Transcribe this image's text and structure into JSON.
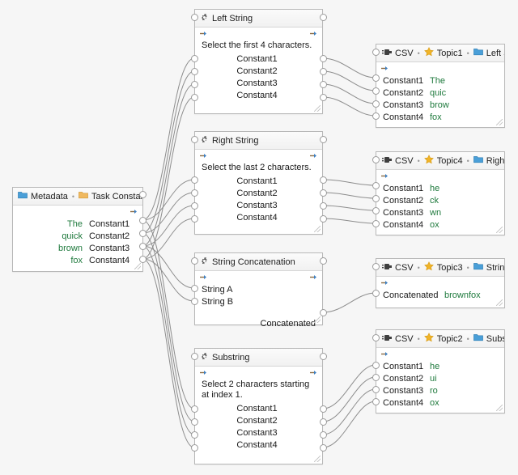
{
  "canvas": {
    "background": "#f6f6f6",
    "edge_color": "#8d8d8d"
  },
  "colors": {
    "value_green": "#1f7a3d",
    "folder_blue": "#3a8fd0",
    "folder_orange": "#e8a33d",
    "star_gold": "#f0b429",
    "gear_gray": "#555555",
    "node_border": "#b8b8b8"
  },
  "nodes": {
    "metadata": {
      "header": {
        "crumb1": "Metadata",
        "sep": "•",
        "crumb2": "Task Constants",
        "icon1": "folder-blue-icon",
        "icon2": "folder-orange-icon"
      },
      "rows": [
        {
          "value": "The",
          "name": "Constant1"
        },
        {
          "value": "quick",
          "name": "Constant2"
        },
        {
          "value": "brown",
          "name": "Constant3"
        },
        {
          "value": "fox",
          "name": "Constant4"
        }
      ]
    },
    "left_string": {
      "title": "Left String",
      "icon": "gear-icon",
      "description": "Select the first 4 characters.",
      "rows": [
        "Constant1",
        "Constant2",
        "Constant3",
        "Constant4"
      ]
    },
    "right_string": {
      "title": "Right String",
      "icon": "gear-icon",
      "description": "Select the last 2 characters.",
      "rows": [
        "Constant1",
        "Constant2",
        "Constant3",
        "Constant4"
      ]
    },
    "string_concatenation": {
      "title": "String Concatenation",
      "icon": "gear-icon",
      "inputs": [
        "String A",
        "String B"
      ],
      "output": "Concatenated"
    },
    "substring": {
      "title": "Substring",
      "icon": "gear-icon",
      "description": "Select 2 characters starting at index 1.",
      "rows": [
        "Constant1",
        "Constant2",
        "Constant3",
        "Constant4"
      ]
    },
    "csv_left": {
      "header": {
        "format": "CSV",
        "topic": "Topic1",
        "target": "Left St...",
        "sep": "•",
        "icon_format": "csv-plug-icon",
        "icon_topic": "star-icon",
        "icon_target": "folder-blue-icon"
      },
      "rows": [
        {
          "name": "Constant1",
          "value": "The"
        },
        {
          "name": "Constant2",
          "value": "quic"
        },
        {
          "name": "Constant3",
          "value": "brow"
        },
        {
          "name": "Constant4",
          "value": "fox"
        }
      ]
    },
    "csv_right": {
      "header": {
        "format": "CSV",
        "topic": "Topic4",
        "target": "Right...",
        "sep": "•",
        "icon_format": "csv-plug-icon",
        "icon_topic": "star-icon",
        "icon_target": "folder-blue-icon"
      },
      "rows": [
        {
          "name": "Constant1",
          "value": "he"
        },
        {
          "name": "Constant2",
          "value": "ck"
        },
        {
          "name": "Constant3",
          "value": "wn"
        },
        {
          "name": "Constant4",
          "value": "ox"
        }
      ]
    },
    "csv_concat": {
      "header": {
        "format": "CSV",
        "topic": "Topic3",
        "target": "String...",
        "sep": "•",
        "icon_format": "csv-plug-icon",
        "icon_topic": "star-icon",
        "icon_target": "folder-blue-icon"
      },
      "rows": [
        {
          "name": "Concatenated",
          "value": "brownfox"
        }
      ]
    },
    "csv_substring": {
      "header": {
        "format": "CSV",
        "topic": "Topic2",
        "target": "Substri...",
        "sep": "•",
        "icon_format": "csv-plug-icon",
        "icon_topic": "star-icon",
        "icon_target": "folder-blue-icon"
      },
      "rows": [
        {
          "name": "Constant1",
          "value": "he"
        },
        {
          "name": "Constant2",
          "value": "ui"
        },
        {
          "name": "Constant3",
          "value": "ro"
        },
        {
          "name": "Constant4",
          "value": "ox"
        }
      ]
    }
  }
}
